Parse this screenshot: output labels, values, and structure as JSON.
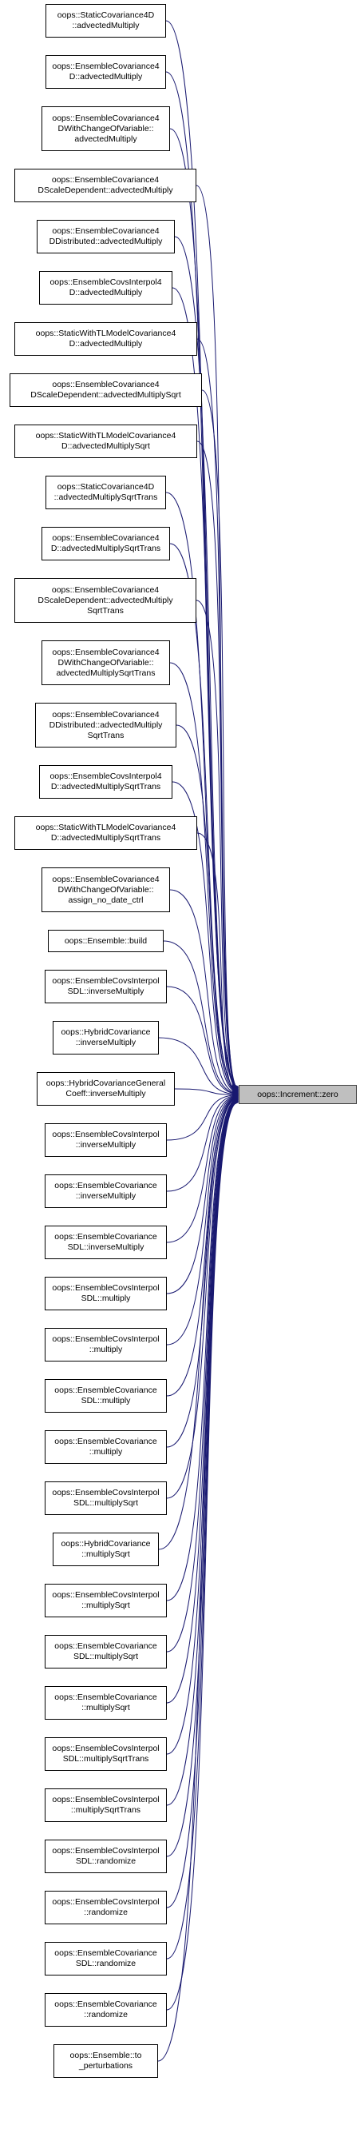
{
  "graph": {
    "edge_color": "#191970",
    "target_fill": "#bfbfbf",
    "target": {
      "label": "oops::Increment::zero"
    },
    "callers": [
      {
        "label": "oops::StaticCovariance4D\n::advectedMultiply"
      },
      {
        "label": "oops::EnsembleCovariance4\nD::advectedMultiply"
      },
      {
        "label": "oops::EnsembleCovariance4\nDWithChangeOfVariable::\nadvectedMultiply"
      },
      {
        "label": "oops::EnsembleCovariance4\nDScaleDependent::advectedMultiply"
      },
      {
        "label": "oops::EnsembleCovariance4\nDDistributed::advectedMultiply"
      },
      {
        "label": "oops::EnsembleCovsInterpol4\nD::advectedMultiply"
      },
      {
        "label": "oops::StaticWithTLModelCovariance4\nD::advectedMultiply"
      },
      {
        "label": "oops::EnsembleCovariance4\nDScaleDependent::advectedMultiplySqrt"
      },
      {
        "label": "oops::StaticWithTLModelCovariance4\nD::advectedMultiplySqrt"
      },
      {
        "label": "oops::StaticCovariance4D\n::advectedMultiplySqrtTrans"
      },
      {
        "label": "oops::EnsembleCovariance4\nD::advectedMultiplySqrtTrans"
      },
      {
        "label": "oops::EnsembleCovariance4\nDScaleDependent::advectedMultiply\nSqrtTrans"
      },
      {
        "label": "oops::EnsembleCovariance4\nDWithChangeOfVariable::\nadvectedMultiplySqrtTrans"
      },
      {
        "label": "oops::EnsembleCovariance4\nDDistributed::advectedMultiply\nSqrtTrans"
      },
      {
        "label": "oops::EnsembleCovsInterpol4\nD::advectedMultiplySqrtTrans"
      },
      {
        "label": "oops::StaticWithTLModelCovariance4\nD::advectedMultiplySqrtTrans"
      },
      {
        "label": "oops::EnsembleCovariance4\nDWithChangeOfVariable::\nassign_no_date_ctrl"
      },
      {
        "label": "oops::Ensemble::build"
      },
      {
        "label": "oops::EnsembleCovsInterpol\nSDL::inverseMultiply"
      },
      {
        "label": "oops::HybridCovariance\n::inverseMultiply"
      },
      {
        "label": "oops::HybridCovarianceGeneral\nCoeff::inverseMultiply"
      },
      {
        "label": "oops::EnsembleCovsInterpol\n::inverseMultiply"
      },
      {
        "label": "oops::EnsembleCovariance\n::inverseMultiply"
      },
      {
        "label": "oops::EnsembleCovariance\nSDL::inverseMultiply"
      },
      {
        "label": "oops::EnsembleCovsInterpol\nSDL::multiply"
      },
      {
        "label": "oops::EnsembleCovsInterpol\n::multiply"
      },
      {
        "label": "oops::EnsembleCovariance\nSDL::multiply"
      },
      {
        "label": "oops::EnsembleCovariance\n::multiply"
      },
      {
        "label": "oops::EnsembleCovsInterpol\nSDL::multiplySqrt"
      },
      {
        "label": "oops::HybridCovariance\n::multiplySqrt"
      },
      {
        "label": "oops::EnsembleCovsInterpol\n::multiplySqrt"
      },
      {
        "label": "oops::EnsembleCovariance\nSDL::multiplySqrt"
      },
      {
        "label": "oops::EnsembleCovariance\n::multiplySqrt"
      },
      {
        "label": "oops::EnsembleCovsInterpol\nSDL::multiplySqrtTrans"
      },
      {
        "label": "oops::EnsembleCovsInterpol\n::multiplySqrtTrans"
      },
      {
        "label": "oops::EnsembleCovsInterpol\nSDL::randomize"
      },
      {
        "label": "oops::EnsembleCovsInterpol\n::randomize"
      },
      {
        "label": "oops::EnsembleCovariance\nSDL::randomize"
      },
      {
        "label": "oops::EnsembleCovariance\n::randomize"
      },
      {
        "label": "oops::Ensemble::to\n_perturbations"
      }
    ]
  }
}
